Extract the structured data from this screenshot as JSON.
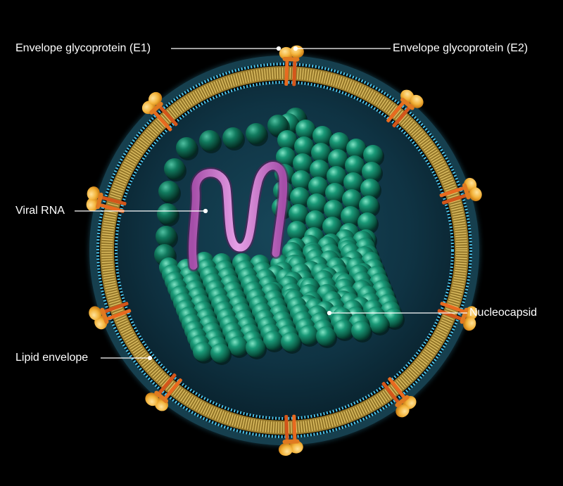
{
  "labels": {
    "e1": "Envelope glycoprotein (E1)",
    "e2": "Envelope glycoprotein (E2)",
    "rna": "Viral RNA",
    "nucleocapsid": "Nucleocapsid",
    "lipid": "Lipid envelope"
  },
  "colors": {
    "background": "#000000",
    "membrane_outer": "#3fb6e0",
    "membrane_core": "#c9a13a",
    "interior": "#0e2e3c",
    "capsomere": "#0f7a5f",
    "rna": "#c56fc9",
    "spike_stem": "#e86a1f",
    "spike_head": "#f3b33a",
    "leader": "#ffffff"
  }
}
